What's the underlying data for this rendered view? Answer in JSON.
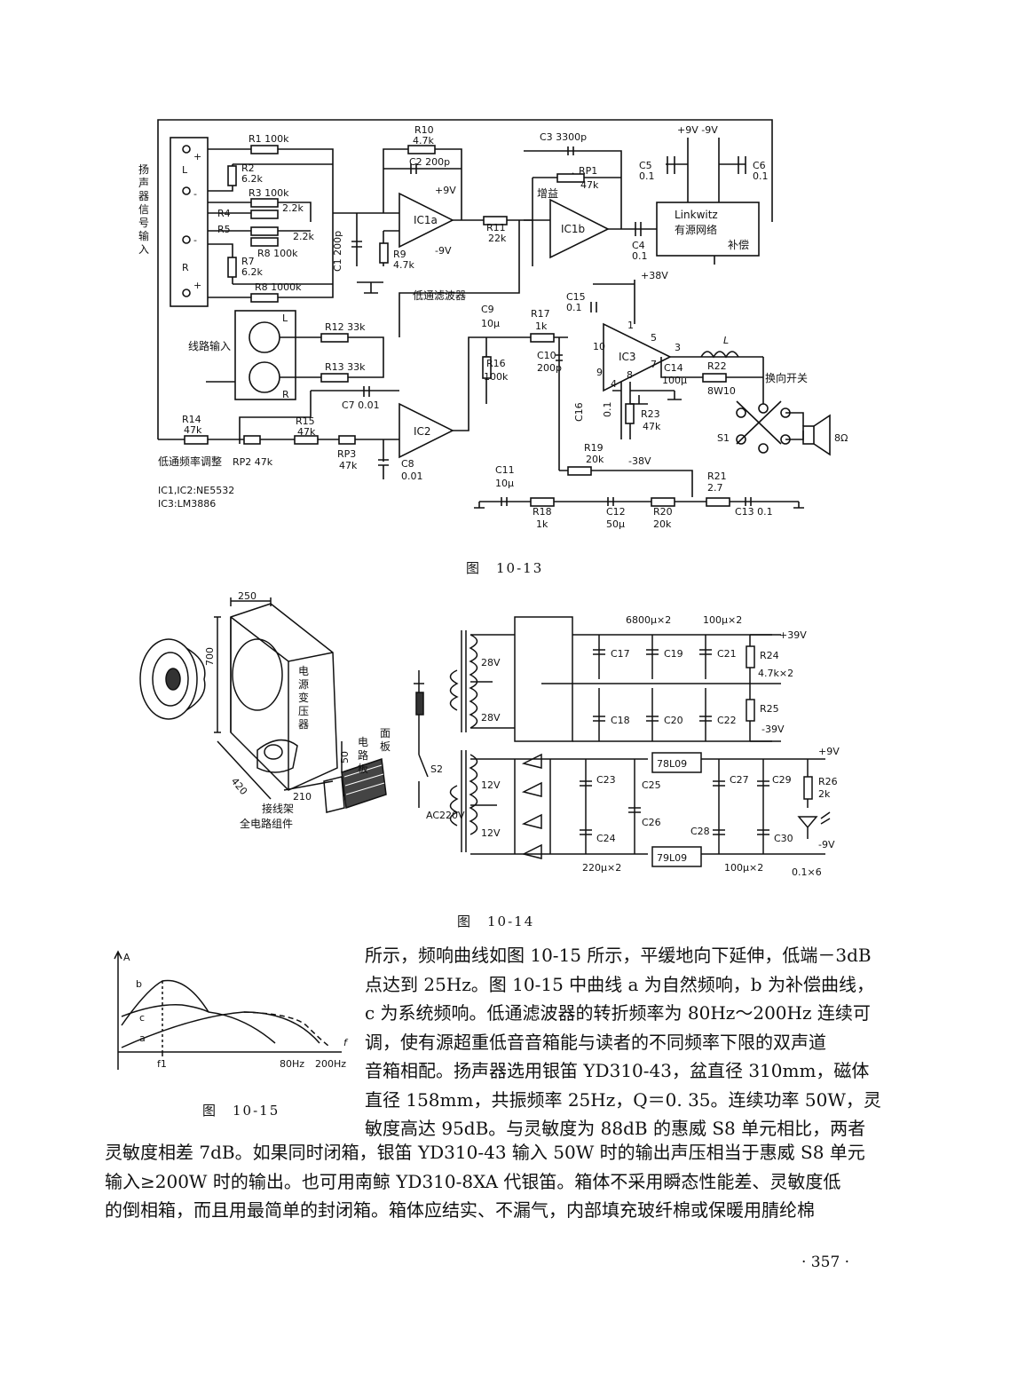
{
  "fig13": {
    "caption": "图　10-13",
    "lbl_in": [
      "扬",
      "声",
      "器",
      "信",
      "号",
      "输",
      "入"
    ],
    "lbl_L": "L",
    "lbl_R": "R",
    "lbl_plus": "+",
    "lbl_minus": "-",
    "R1": "R1 100k",
    "R2": "R2",
    "R2v": "6.2k",
    "R3": "R3 100k",
    "R4": "R4",
    "R4v": "2.2k",
    "R5": "R5",
    "R5v": "2.2k",
    "R8a": "R8 100k",
    "R7": "R7",
    "R7v": "6.2k",
    "R8b": "R8 1000k",
    "R10": "R10",
    "R10v": "4.7k",
    "C2": "C2 200p",
    "C1": "C1 200p",
    "R9": "R9",
    "R9v": "4.7k",
    "IC1a": "IC1a",
    "p9V": "+9V",
    "m9V": "-9V",
    "R11": "R11",
    "R11v": "22k",
    "C3": "C3 3300p",
    "RP1": "RP1",
    "RP1v": "47k",
    "gain": "增益",
    "IC1b": "IC1b",
    "C4": "C4",
    "C4v": "0.1",
    "supply": "+9V  -9V",
    "C5": "C5",
    "C5v": "0.1",
    "C6": "C6",
    "C6v": "0.1",
    "lk1": "Linkwitz",
    "lk2": "有源网络",
    "comp": "补偿",
    "lpf": "低通滤波器",
    "line_in": "线路输入",
    "R12": "R12 33k",
    "R13": "R13 33k",
    "C7": "C7 0.01",
    "IC2": "IC2",
    "R14": "R14",
    "R14v": "47k",
    "R15": "R15",
    "R15v": "47k",
    "RP3": "RP3",
    "RP3v": "47k",
    "C8": "C8",
    "C8v": "0.01",
    "lpf_adj": "低通频率调整",
    "RP2": "RP2 47k",
    "ic_a": "IC1,IC2:NE5532",
    "ic_b": "IC3:LM3886",
    "p38V": "+38V",
    "C15": "C15",
    "C15v": "0.1",
    "C9": "C9",
    "C9v": "10μ",
    "R17": "R17",
    "R17v": "1k",
    "R16": "R16",
    "R16v": "100k",
    "C10": "C10",
    "C10v": "200p",
    "IC3": "IC3",
    "pin1": "1",
    "pin5": "5",
    "pin3": "3",
    "pin10": "10",
    "pin9": "9",
    "pin7": "7",
    "pin8": "8",
    "pin4": "4",
    "L": "L",
    "C14": "C14",
    "C14v": "100μ",
    "R22": "R22",
    "R22v": "8W10",
    "sw": "换向开关",
    "S1": "S1",
    "ohm": "8Ω",
    "C16": "C16",
    "C16v": "0.1",
    "R23": "R23",
    "R23v": "47k",
    "R19": "R19",
    "R19v": "20k",
    "m38V": "-38V",
    "C11": "C11",
    "C11v": "10μ",
    "R18": "R18",
    "R18v": "1k",
    "C12": "C12",
    "C12v": "50μ",
    "R20": "R20",
    "R20v": "20k",
    "R21": "R21",
    "R21v": "2.7",
    "C13": "C13 0.1"
  },
  "fig14": {
    "caption": "图　10-14",
    "d250": "250",
    "d700": "700",
    "d420": "420",
    "d210": "210",
    "d50": "50",
    "tr": [
      "电",
      "源",
      "变",
      "压",
      "器"
    ],
    "pcb": [
      "电",
      "路",
      "板"
    ],
    "panel": [
      "面",
      "板"
    ],
    "rack": "接线架",
    "asm": "全电路组件",
    "v28a": "28V",
    "v28b": "28V",
    "v12a": "12V",
    "v12b": "12V",
    "ac": "AC220V",
    "S2": "S2",
    "cap_a": "6800μ×2",
    "cap_b": "100μ×2",
    "p39": "+39V",
    "m39": "-39V",
    "C17": "C17",
    "C18": "C18",
    "C19": "C19",
    "C20": "C20",
    "C21": "C21",
    "C22": "C22",
    "R24": "R24",
    "R24v": "4.7k×2",
    "R25": "R25",
    "reg1": "78L09",
    "reg2": "79L09",
    "p9": "+9V",
    "m9": "-9V",
    "C23": "C23",
    "C24": "C24",
    "C25": "C25",
    "C26": "C26",
    "C27": "C27",
    "C28": "C28",
    "C29": "C29",
    "C30": "C30",
    "R26": "R26",
    "R26v": "2k",
    "cap_c": "220μ×2",
    "cap_d": "100μ×2",
    "cap_e": "0.1×6"
  },
  "fig15": {
    "caption": "图　10-15",
    "A": "A",
    "a": "a",
    "b": "b",
    "c": "c",
    "f1": "f1",
    "f80": "80Hz",
    "f200": "200Hz",
    "f": "f"
  },
  "text": {
    "l1": "所示，频响曲线如图 10-15 所示，平缓地向下延伸，低端－3dB",
    "l2": "点达到 25Hz。图 10-15 中曲线 a 为自然频响，b 为补偿曲线，",
    "l3": "c 为系统频响。低通滤波器的转折频率为 80Hz～200Hz 连续可",
    "l4": "调，使有源超重低音音箱能与读者的不同频率下限的双声道",
    "l5": "音箱相配。扬声器选用银笛 YD310-43，盆直径 310mm，磁体",
    "l6": "直径 158mm，共振频率 25Hz，Q＝0. 35。连续功率 50W，灵",
    "l7": "敏度高达 95dB。与灵敏度为 88dB 的惠威 S8 单元相比，两者",
    "l8": "灵敏度相差 7dB。如果同时闭箱，银笛 YD310-43 输入 50W 时的输出声压相当于惠威 S8 单元",
    "l9": "输入≥200W 时的输出。也可用南鲸 YD310-8XA 代银笛。箱体不采用瞬态性能差、灵敏度低",
    "l10": "的倒相箱，而且用最简单的封闭箱。箱体应结实、不漏气，内部填充玻纤棉或保暖用腈纶棉"
  },
  "page_number": "· 357 ·"
}
